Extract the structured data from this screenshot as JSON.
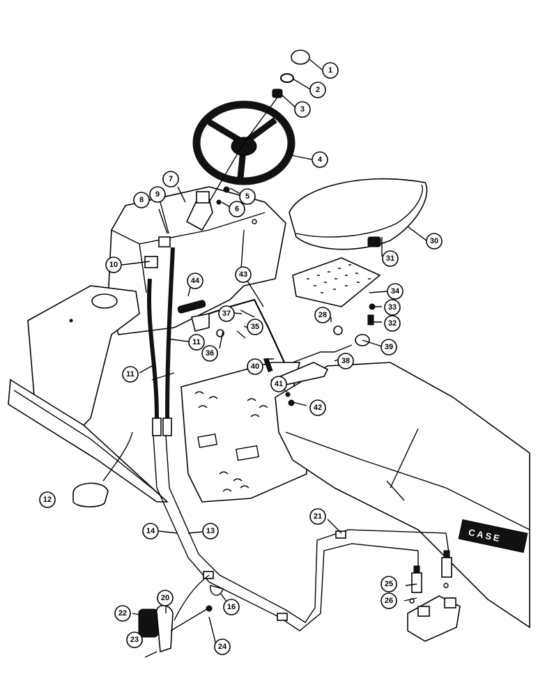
{
  "diagram": {
    "brand_label": "CASE",
    "callouts": [
      "1",
      "2",
      "3",
      "4",
      "5",
      "6",
      "7",
      "8",
      "9",
      "10",
      "11",
      "11",
      "12",
      "13",
      "14",
      "16",
      "20",
      "21",
      "22",
      "23",
      "24",
      "25",
      "26",
      "28",
      "30",
      "31",
      "32",
      "33",
      "34",
      "35",
      "36",
      "37",
      "38",
      "39",
      "40",
      "41",
      "42",
      "43",
      "44"
    ]
  }
}
